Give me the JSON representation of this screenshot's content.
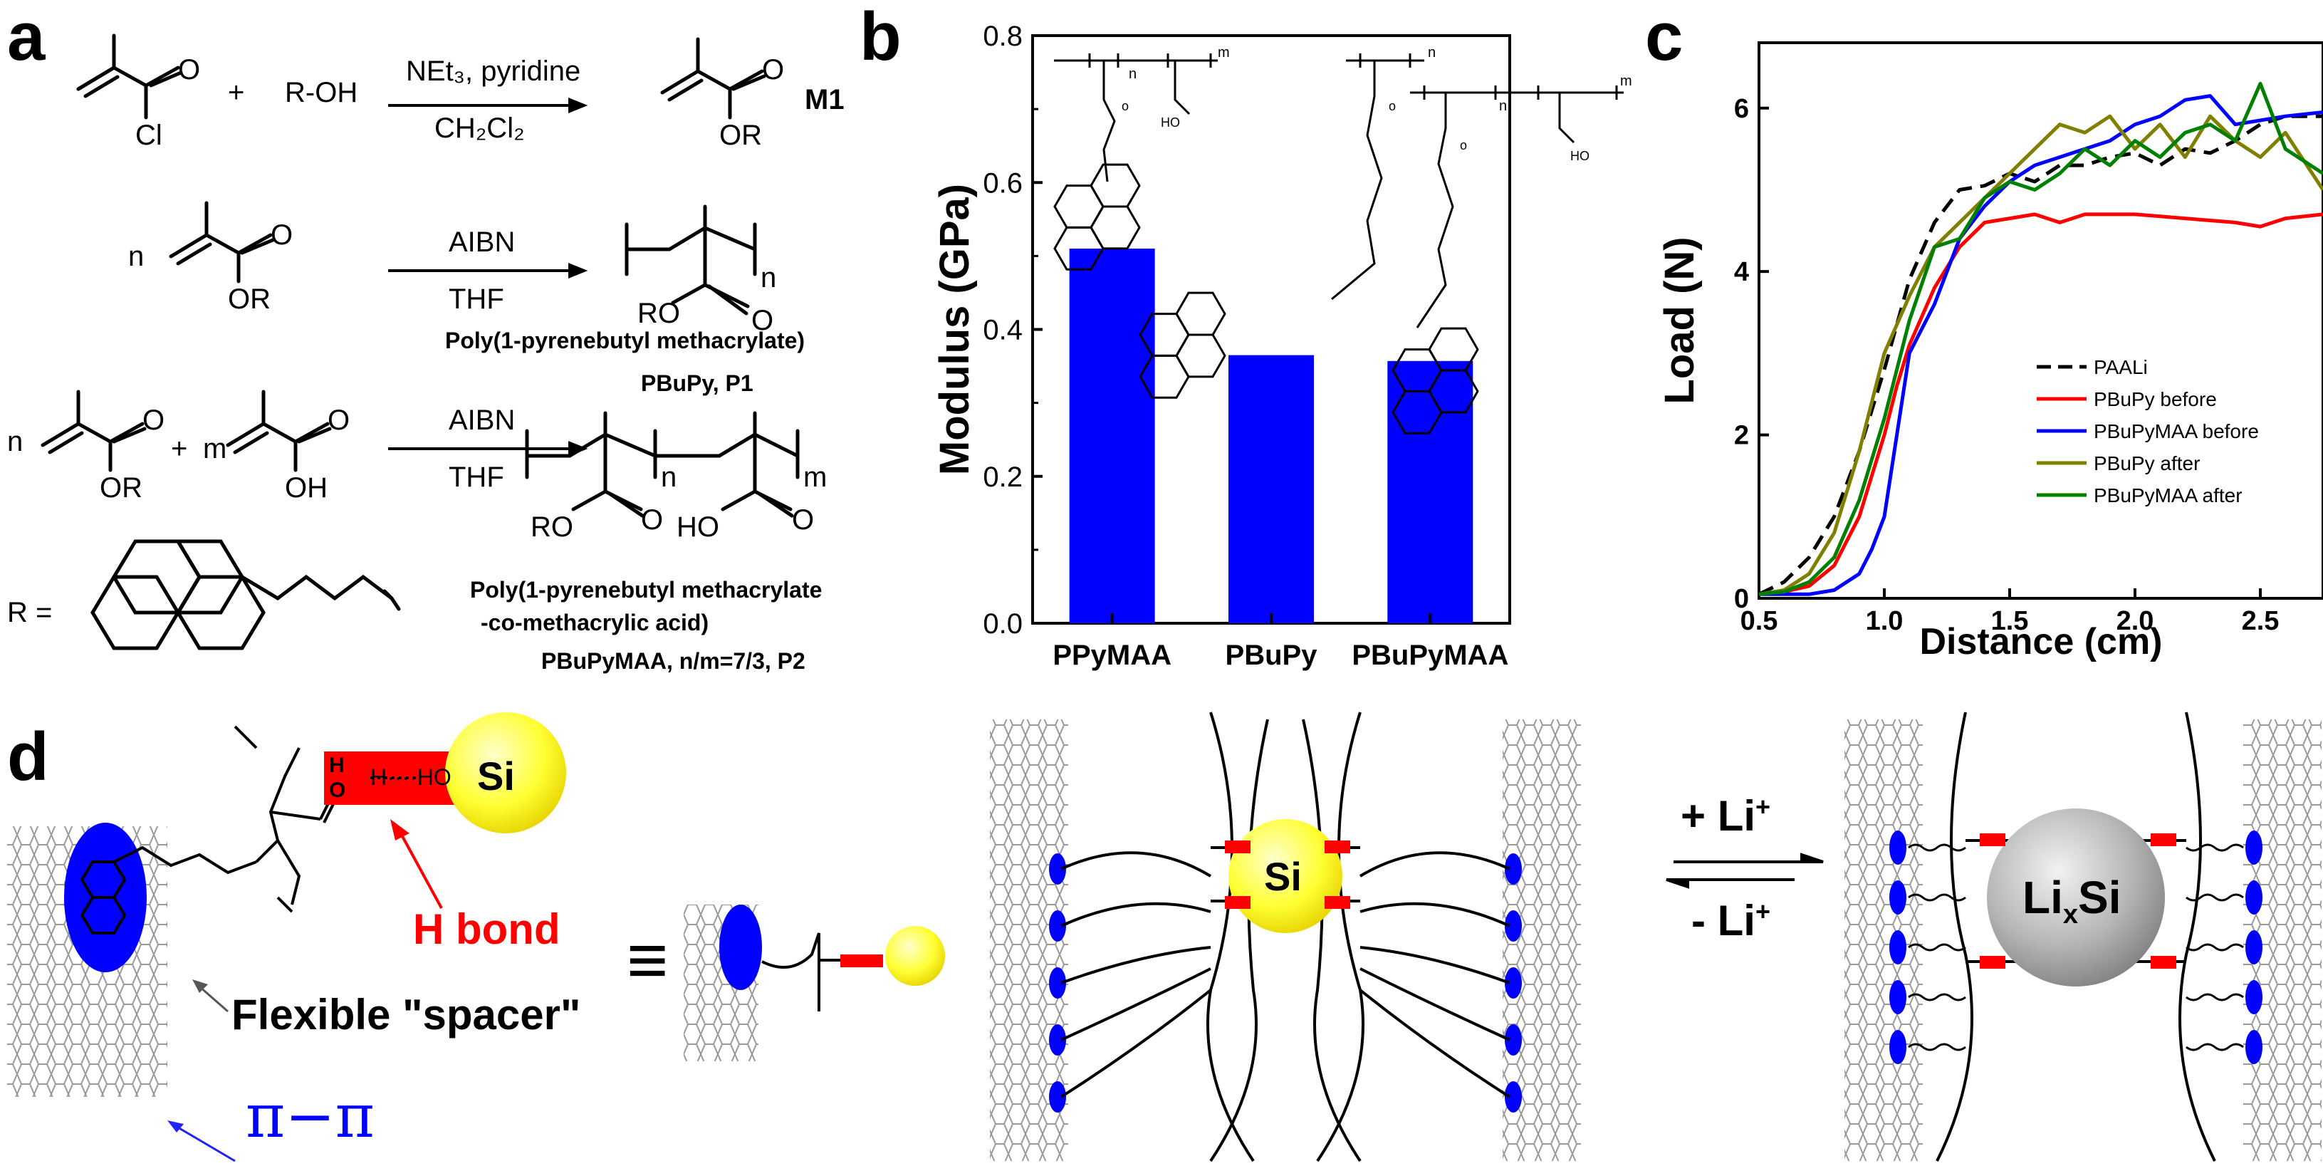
{
  "panel_labels": {
    "a": "a",
    "b": "b",
    "c": "c",
    "d": "d"
  },
  "scheme_a": {
    "r1": {
      "plus": "+",
      "alcohol": "R-OH",
      "cond_top": "NEt₃, pyridine",
      "cond_bottom": "CH₂Cl₂",
      "acyl_cl": "Cl",
      "acyl_o": "O",
      "ester_o": "O",
      "ester_or": "OR",
      "product": "M1"
    },
    "r2": {
      "n": "n",
      "cond_top": "AIBN",
      "cond_bottom": "THF",
      "mono_o": "O",
      "mono_or": "OR",
      "poly_o": "O",
      "poly_ro": "RO",
      "subscript": "n",
      "name": "Poly(1-pyrenebutyl methacrylate)",
      "abbr": "PBuPy, P1"
    },
    "r3": {
      "n": "n",
      "plus": "+",
      "m": "m",
      "cond_top": "AIBN",
      "cond_bottom": "THF",
      "mono1_o": "O",
      "mono1_or": "OR",
      "mono2_o": "O",
      "mono2_oh": "OH",
      "sub_n": "n",
      "sub_m": "m",
      "poly_ro": "RO",
      "poly_o1": "O",
      "poly_ho": "HO",
      "poly_o2": "O",
      "name_line1": "Poly(1-pyrenebutyl methacrylate",
      "name_line2": "-co-methacrylic acid)",
      "abbr": "PBuPyMAA, n/m=7/3, P2"
    },
    "r_def": "R ="
  },
  "chart_data": [
    {
      "panel": "b",
      "type": "bar",
      "categories": [
        "PPyMAA",
        "PBuPy",
        "PBuPyMAA"
      ],
      "values": [
        0.51,
        0.365,
        0.357
      ],
      "ylabel": "Modulus (GPa)",
      "xlabel": "",
      "ylim": [
        0,
        0.8
      ],
      "yticks": [
        "0.0",
        "0.2",
        "0.4",
        "0.6",
        "0.8"
      ],
      "bar_color": "#0000ff",
      "structure_labels": {
        "n": "n",
        "m": "m",
        "o": "O",
        "ho": "HO",
        "o_alt": "o"
      }
    },
    {
      "panel": "c",
      "type": "line",
      "xlabel": "Distance (cm)",
      "ylabel": "Load (N)",
      "xlim": [
        0.5,
        2.75
      ],
      "ylim": [
        0,
        6.8
      ],
      "xticks": [
        "0.5",
        "1.0",
        "1.5",
        "2.0",
        "2.5"
      ],
      "yticks": [
        "0",
        "2",
        "4",
        "6"
      ],
      "legend_position": "bottom-right",
      "series": [
        {
          "name": "PAALi",
          "color": "#000000",
          "dash": true,
          "x": [
            0.5,
            0.6,
            0.7,
            0.8,
            0.9,
            1.0,
            1.1,
            1.2,
            1.3,
            1.4,
            1.5,
            1.6,
            1.7,
            1.8,
            1.9,
            2.0,
            2.1,
            2.2,
            2.3,
            2.4,
            2.5,
            2.6,
            2.75
          ],
          "y": [
            0.05,
            0.2,
            0.5,
            1.0,
            1.8,
            2.8,
            3.9,
            4.6,
            5.0,
            5.05,
            5.2,
            5.1,
            5.3,
            5.3,
            5.4,
            5.45,
            5.3,
            5.5,
            5.45,
            5.6,
            5.8,
            5.9,
            5.9
          ]
        },
        {
          "name": "PBuPy before",
          "color": "#ff0000",
          "dash": false,
          "x": [
            0.5,
            0.6,
            0.7,
            0.8,
            0.9,
            1.0,
            1.05,
            1.1,
            1.2,
            1.3,
            1.4,
            1.5,
            1.6,
            1.7,
            1.8,
            2.0,
            2.2,
            2.4,
            2.5,
            2.6,
            2.75
          ],
          "y": [
            0.05,
            0.08,
            0.15,
            0.4,
            1.0,
            2.0,
            2.6,
            3.1,
            3.8,
            4.3,
            4.6,
            4.65,
            4.7,
            4.6,
            4.7,
            4.7,
            4.65,
            4.6,
            4.55,
            4.65,
            4.7
          ]
        },
        {
          "name": "PBuPyMAA before",
          "color": "#0000ff",
          "dash": false,
          "x": [
            0.5,
            0.7,
            0.8,
            0.9,
            0.95,
            1.0,
            1.05,
            1.1,
            1.2,
            1.3,
            1.4,
            1.5,
            1.6,
            1.7,
            1.8,
            1.9,
            2.0,
            2.1,
            2.2,
            2.3,
            2.4,
            2.5,
            2.6,
            2.75
          ],
          "y": [
            0.05,
            0.05,
            0.1,
            0.3,
            0.6,
            1.0,
            2.0,
            3.0,
            3.6,
            4.4,
            4.8,
            5.1,
            5.3,
            5.4,
            5.5,
            5.6,
            5.8,
            5.9,
            6.1,
            6.15,
            5.8,
            5.85,
            5.9,
            5.95
          ]
        },
        {
          "name": "PBuPy after",
          "color": "#808000",
          "dash": false,
          "x": [
            0.5,
            0.6,
            0.7,
            0.8,
            0.9,
            1.0,
            1.1,
            1.2,
            1.3,
            1.4,
            1.5,
            1.6,
            1.7,
            1.8,
            1.9,
            2.0,
            2.1,
            2.2,
            2.3,
            2.4,
            2.5,
            2.6,
            2.75
          ],
          "y": [
            0.05,
            0.1,
            0.3,
            0.8,
            1.8,
            3.0,
            3.7,
            4.3,
            4.6,
            4.9,
            5.2,
            5.5,
            5.8,
            5.7,
            5.9,
            5.5,
            5.8,
            5.4,
            5.9,
            5.6,
            5.4,
            5.7,
            5.0
          ]
        },
        {
          "name": "PBuPyMAA after",
          "color": "#008000",
          "dash": false,
          "x": [
            0.5,
            0.6,
            0.7,
            0.8,
            0.9,
            1.0,
            1.1,
            1.2,
            1.3,
            1.4,
            1.5,
            1.6,
            1.7,
            1.8,
            1.9,
            2.0,
            2.1,
            2.2,
            2.3,
            2.4,
            2.5,
            2.6,
            2.75
          ],
          "y": [
            0.05,
            0.08,
            0.2,
            0.5,
            1.2,
            2.2,
            3.4,
            4.3,
            4.4,
            4.9,
            5.1,
            5.0,
            5.2,
            5.5,
            5.3,
            5.6,
            5.4,
            5.7,
            5.8,
            5.6,
            6.3,
            5.5,
            5.2
          ]
        }
      ]
    }
  ],
  "panel_d": {
    "ho_label": "H····HO",
    "h_letter": "H",
    "o_letter": "O",
    "si": "Si",
    "hbond": "H bond",
    "spacer": "Flexible \"spacer\"",
    "pipi": "π−π",
    "equiv": "≡",
    "plus_li": "+ Li",
    "minus_li": "- Li",
    "li_sup": "+",
    "lixsi_li": "Li",
    "lixsi_x": "x",
    "lixsi_si": "Si",
    "colors": {
      "blue": "#0000ff",
      "red": "#ff0000",
      "yellow": "#ffff00",
      "grey": "#b0b0b0"
    }
  }
}
